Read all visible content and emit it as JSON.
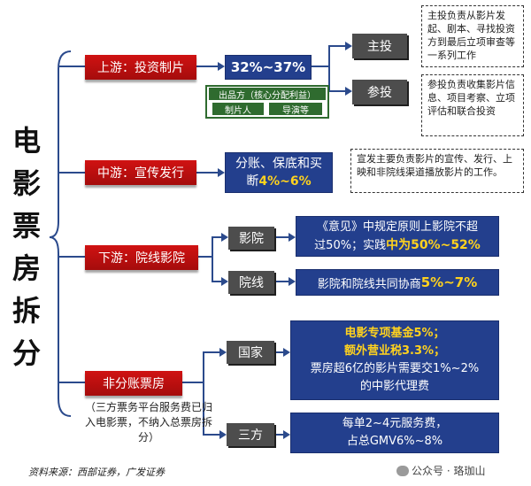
{
  "title_chars": [
    "电",
    "影",
    "票",
    "房",
    "拆",
    "分"
  ],
  "upstream": {
    "label": "上游：投资制片",
    "share": "32%~37%",
    "producer_box": {
      "title": "出品方（核心分配利益）",
      "items": [
        "制片人",
        "导演等"
      ]
    },
    "main_invest": {
      "label": "主投",
      "note": "主投负责从影片发起、剧本、寻找投资方到最后立项审查等一系列工作"
    },
    "co_invest": {
      "label": "参投",
      "note": "参投负责收集影片信息、项目考察、立项评估和联合投资"
    }
  },
  "midstream": {
    "label": "中游：宣传发行",
    "share_line1": "分账、保底和买",
    "share_line2a": "断",
    "share_line2b": "4%~6%",
    "note": "宣发主要负责影片的宣传、发行、上映和非院线渠道播放影片的工作。"
  },
  "downstream": {
    "label": "下游：院线影院",
    "cinema": {
      "label": "影院",
      "line1": "《意见》中规定原则上影院不超",
      "line2a": "过50%；实践",
      "line2b": "中为50%~52%"
    },
    "chain": {
      "label": "院线",
      "text_a": "影院和院线共同协商",
      "text_b": "5%~7%"
    }
  },
  "non_split": {
    "label": "非分账票房",
    "note": "（三方票务平台服务费已归入电影票，不纳入总票房拆分）",
    "state": {
      "label": "国家",
      "line1": "电影专项基金5%；",
      "line2": "额外营业税3.3%；",
      "line3": "票房超6亿的影片需要交1%~2%",
      "line4": "的中影代理费"
    },
    "third_party": {
      "label": "三方",
      "line1": "每单2~4元服务费，",
      "line2": "占总GMV6%~8%"
    }
  },
  "source": "资料来源：西部证券，广发证券",
  "watermark": "公众号 · 珞珈山",
  "colors": {
    "red": "#c00f0f",
    "blue": "#233f8d",
    "gray": "#4d4d4d",
    "yellow": "#ffd21e",
    "green": "#2f6b2f",
    "line": "#2b4a8c"
  }
}
